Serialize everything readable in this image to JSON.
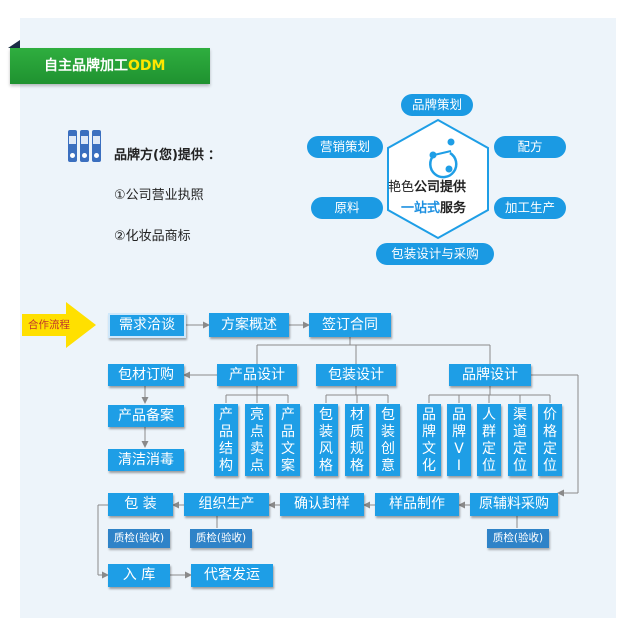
{
  "header": {
    "title_main": "自主品牌加工",
    "title_accent": "ODM"
  },
  "brand_side": {
    "heading": "品牌方(您)提供",
    "colon": "：",
    "items": [
      "①公司营业执照",
      "②化妆品商标"
    ]
  },
  "services": {
    "center_line1_a": "艳色",
    "center_line1_b": "公司提供",
    "center_line2_a": "一站式",
    "center_line2_b": "服务",
    "items": [
      "品牌策划",
      "营销策划",
      "配方",
      "原料",
      "加工生产",
      "包装设计与采购"
    ]
  },
  "flow": {
    "tag": "合作流程",
    "row1": [
      "需求洽谈",
      "方案概述",
      "签订合同"
    ],
    "design_headers": [
      "产品设计",
      "包装设计",
      "品牌设计"
    ],
    "left_column": [
      "包材订购",
      "产品备案",
      "清洁消毒"
    ],
    "design_items": [
      "产品结构",
      "亮点卖点",
      "产品文案",
      "包装风格",
      "材质规格",
      "包装创意",
      "品牌文化",
      "品牌VI",
      "人群定位",
      "渠道定位",
      "价格定位"
    ],
    "row5": [
      "包 装",
      "组织生产",
      "确认封样",
      "样品制作",
      "原辅料采购"
    ],
    "qc_label": "质检(验收)",
    "row7": [
      "入 库",
      "代客发运"
    ]
  },
  "colors": {
    "box": "#1e9ee6",
    "title_green": "#1f9230",
    "accent_yellow": "#ffe600",
    "arrow_yellow": "#ffe000",
    "panel": "#edf4fa"
  }
}
